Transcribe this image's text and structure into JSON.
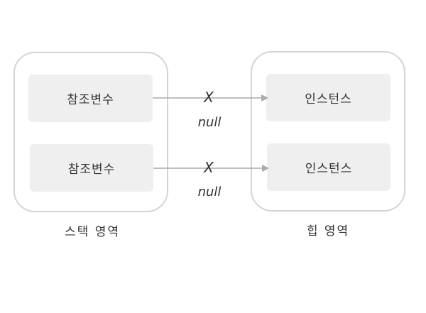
{
  "stack": {
    "caption": "스택 영역",
    "rows": [
      {
        "label": "참조변수"
      },
      {
        "label": "참조변수"
      }
    ]
  },
  "heap": {
    "caption": "힙 영역",
    "rows": [
      {
        "label": "인스턴스"
      },
      {
        "label": "인스턴스"
      }
    ]
  },
  "links": [
    {
      "cut_mark": "X",
      "value_label": "null"
    },
    {
      "cut_mark": "X",
      "value_label": "null"
    }
  ],
  "colors": {
    "border": "#d4d4d4",
    "cell_fill": "#efefef",
    "arrow": "#aaaaaa",
    "text": "#333333"
  }
}
